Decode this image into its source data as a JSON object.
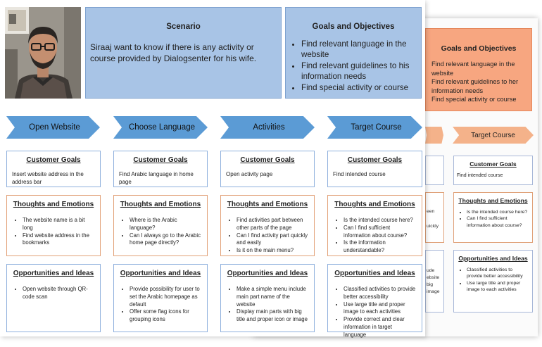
{
  "back_page": {
    "goals_title": "Goals and Objectives",
    "goals_lines": [
      "Find relevant language in the website",
      "Find relevant guidelines to her information needs",
      "Find special activity or course"
    ],
    "stage_label": "Target Course",
    "customer_goals_title": "Customer Goals",
    "customer_goals_text": "Find intended course",
    "thoughts_title": "Thoughts and Emotions",
    "thoughts_items": [
      "Is the intended course here?",
      "Can I find sufficient information about course?"
    ],
    "opps_title": "Opportunities and Ideas",
    "opps_items": [
      "Classified activities to provide better accessibility",
      "Use large title and proper image to each activities"
    ],
    "peek_thoughts": [
      "een",
      "uickly"
    ],
    "peek_opps": [
      "ude",
      "ebsite",
      "big",
      "image"
    ]
  },
  "scenario": {
    "title": "Scenario",
    "text": "Siraaj want to know if there is any activity or course provided by Dialogsenter for his wife."
  },
  "goals": {
    "title": "Goals and Objectives",
    "items": [
      "Find relevant language in the website",
      "Find relevant guidelines to his information needs",
      "Find special activity or course"
    ]
  },
  "section_titles": {
    "customer_goals": "Customer Goals",
    "thoughts": "Thoughts and Emotions",
    "opportunities": "Opportunities and Ideas"
  },
  "stages": [
    {
      "label": "Open Website",
      "customer_goal": "Insert website address in the address bar",
      "thoughts": [
        "The website name is a bit long",
        "Find website address in the bookmarks"
      ],
      "opportunities": [
        "Open website through QR-code scan"
      ]
    },
    {
      "label": "Choose Language",
      "customer_goal": "Find Arabic language in home page",
      "thoughts": [
        "Where is the Arabic language?",
        "Can I always go to the Arabic home page directly?"
      ],
      "opportunities": [
        "Provide possibility for user to set the Arabic homepage as default",
        "Offer some flag icons for grouping icons"
      ]
    },
    {
      "label": "Activities",
      "customer_goal": "Open activity page",
      "thoughts": [
        "Find activities part between other parts of the page",
        "Can I find activity part quickly and easily",
        "Is it on the main menu?"
      ],
      "opportunities": [
        "Make a simple menu include main part name of the website",
        "Display main parts with big title and proper icon or image"
      ]
    },
    {
      "label": "Target Course",
      "customer_goal": "Find intended course",
      "thoughts": [
        "Is the intended course here?",
        "Can I find sufficient information about course?",
        "Is the information understandable?"
      ],
      "opportunities": [
        "Classified activities to provide better accessibility",
        "Use large title and proper image to each activities",
        "Provide correct and clear information in target language"
      ]
    }
  ],
  "colors": {
    "front_header": "#a8c4e6",
    "front_arrow": "#5b9bd5",
    "back_header": "#f7a680",
    "back_arrow": "#f4b28a",
    "card_blue_border": "#8fb0dd",
    "card_orange_border": "#e2a178"
  },
  "icons": {
    "persona": "persona-photo"
  }
}
